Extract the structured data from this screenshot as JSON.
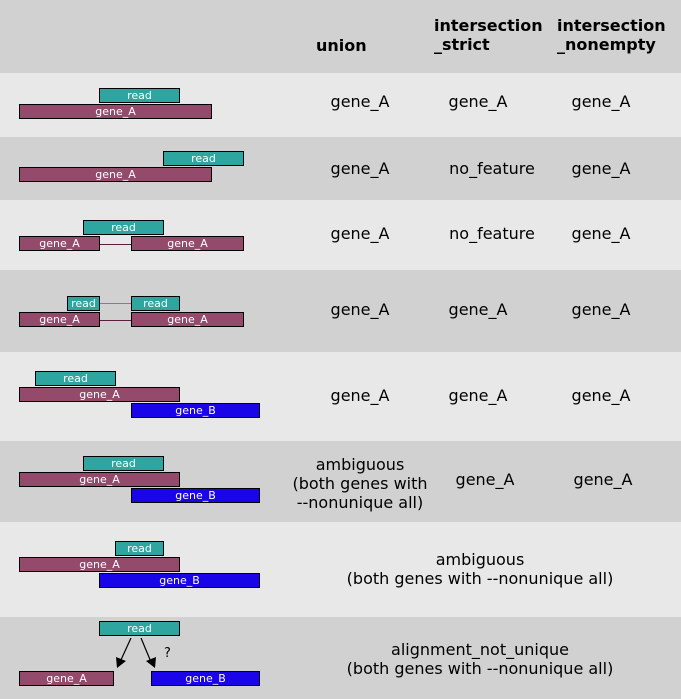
{
  "headers": {
    "union": "union",
    "intersection_strict": "intersection\n_strict",
    "intersection_nonempty": "intersection\n_nonempty"
  },
  "labels": {
    "read": "read",
    "gene_a": "gene_A",
    "gene_b": "gene_B",
    "question": "?"
  },
  "rows": [
    {
      "union": "gene_A",
      "strict": "gene_A",
      "nonempty": "gene_A"
    },
    {
      "union": "gene_A",
      "strict": "no_feature",
      "nonempty": "gene_A"
    },
    {
      "union": "gene_A",
      "strict": "no_feature",
      "nonempty": "gene_A"
    },
    {
      "union": "gene_A",
      "strict": "gene_A",
      "nonempty": "gene_A"
    },
    {
      "union": "gene_A",
      "strict": "gene_A",
      "nonempty": "gene_A"
    },
    {
      "union": "ambiguous\n(both genes with\n--nonunique all)",
      "strict": "gene_A",
      "nonempty": "gene_A"
    },
    {
      "merged": "ambiguous\n(both genes with --nonunique all)"
    },
    {
      "merged": "alignment_not_unique\n(both genes with --nonunique all)"
    }
  ],
  "colors": {
    "read": "#2ea59e",
    "gene_a": "#944a6b",
    "gene_b": "#1a04e8",
    "row_light": "#e8e8e8",
    "row_dark": "#d1d1d1"
  }
}
